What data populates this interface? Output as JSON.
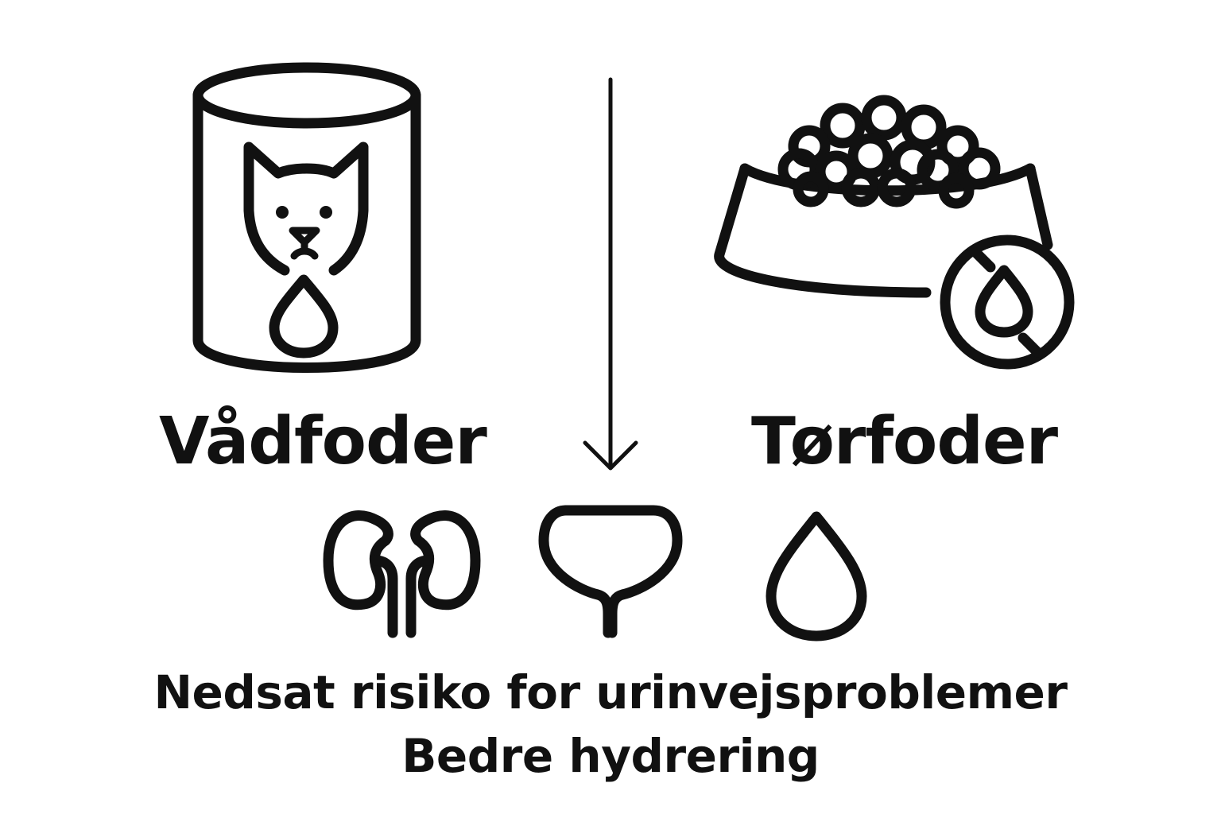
{
  "colors": {
    "ink": "#111111",
    "background": "#ffffff"
  },
  "left_panel": {
    "label": "Vådfoder",
    "icon": "wet-food-can-icon"
  },
  "right_panel": {
    "label": "Tørfoder",
    "icon": "dry-food-bowl-icon",
    "badge_icon": "no-water-icon"
  },
  "arrow": {
    "icon": "down-arrow-icon"
  },
  "outcome_icons": [
    "kidneys-icon",
    "bladder-icon",
    "water-drop-icon"
  ],
  "benefits": [
    "Nedsat risiko for urinvejsproblemer",
    "Bedre hydrering"
  ]
}
